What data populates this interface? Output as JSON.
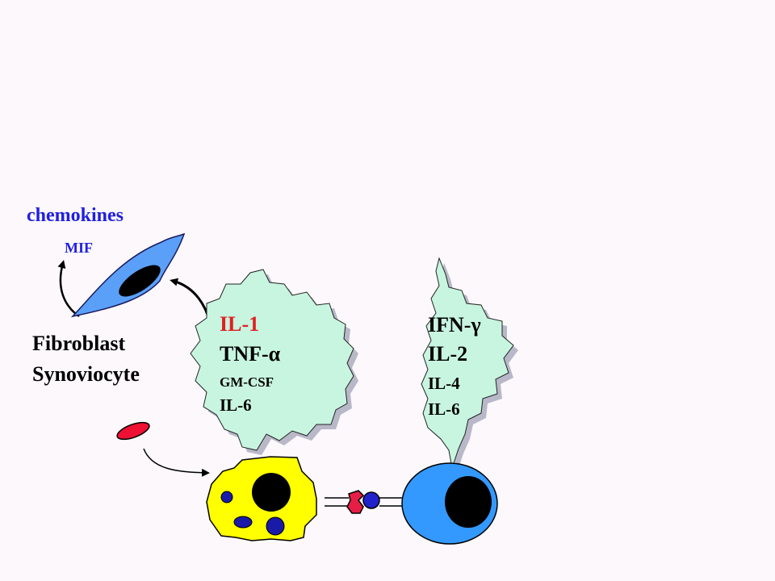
{
  "labels": {
    "chemokines": "chemokines",
    "mif": "MIF",
    "fibroblast": "Fibroblast",
    "synoviocyte": "Synoviocyte"
  },
  "macrophage_cytokines": {
    "il1": "IL-1",
    "tnf_prefix": "TNF-",
    "tnf_greek": "α",
    "gmcsf": "GM-CSF",
    "il6": "IL-6"
  },
  "tcell_cytokines": {
    "ifn_prefix": "IFN-",
    "ifn_greek": "γ",
    "il2": "IL-2",
    "il4": "IL-4",
    "il6": "IL-6"
  },
  "colors": {
    "background": "#fcf8fc",
    "label_blue": "#2020e0",
    "il1_red": "#e02020",
    "cloud_fill": "#c8f5e0",
    "cloud_shadow": "#b8b8c8",
    "fibroblast_blue": "#5aa0f8",
    "macrophage_yellow": "#ffff00",
    "tcell_blue": "#3399ff",
    "antigen_red": "#ee1133",
    "mhc_red": "#e61e46",
    "peptide_blue": "#2222cc",
    "nucleus_dark_blue": "#1a1aa8"
  }
}
